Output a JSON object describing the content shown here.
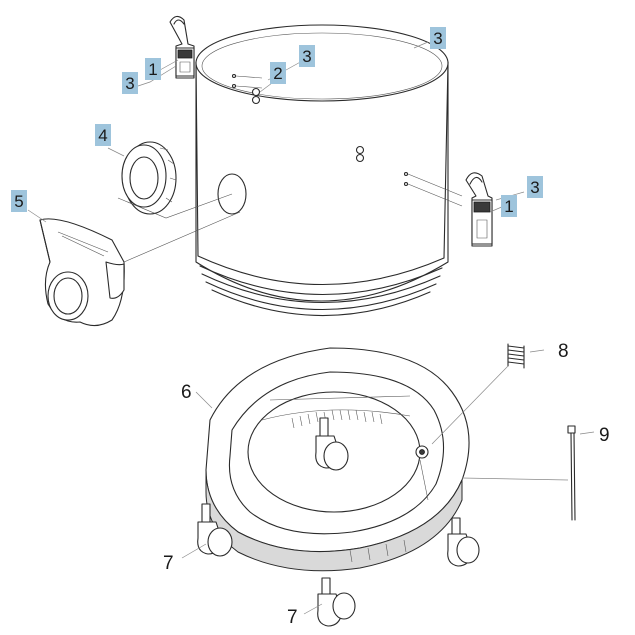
{
  "callouts": {
    "c1": "3",
    "c2": "1",
    "c3": "2",
    "c4": "3",
    "c5": "3",
    "c6": "4",
    "c7": "5",
    "c8": "3",
    "c9": "1",
    "c10": "8",
    "c11": "6",
    "c12": "9",
    "c13": "7",
    "c14": "7"
  },
  "colors": {
    "callout_box": "#9ec4dc",
    "line": "#2b2b2b"
  }
}
